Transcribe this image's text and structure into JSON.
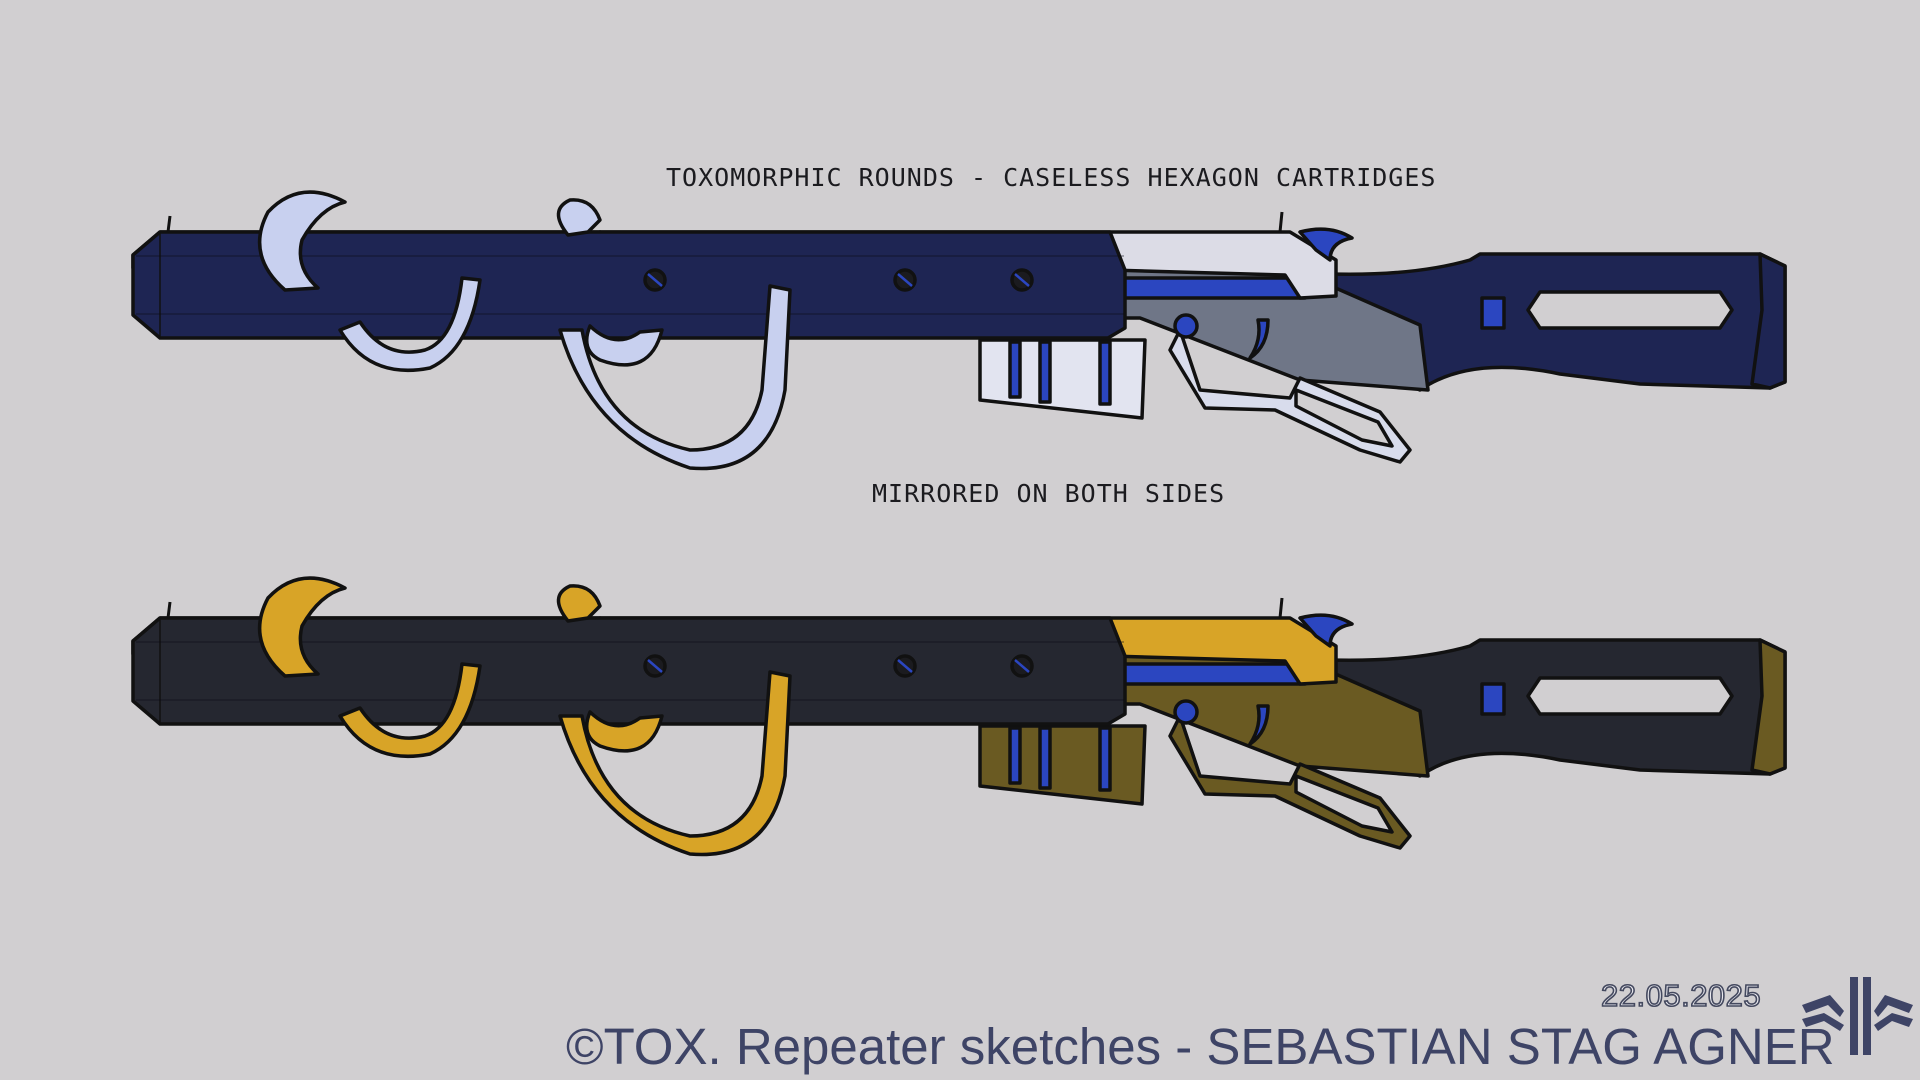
{
  "annotations": {
    "top_note": "TOXOMORPHIC ROUNDS - CASELESS HEXAGON CARTRIDGES",
    "middle_note": "MIRRORED ON BOTH SIDES"
  },
  "signature": {
    "date": "22.05.2025",
    "credit": "©TOX. Repeater sketches - SEBASTIAN STAG AGNER"
  },
  "variants": [
    {
      "id": "rifle-top",
      "barrel": "#1e2553",
      "stripe": "#6c7484",
      "receiver": "#6f7687",
      "tentacle": "#c8d0ef",
      "magazine": "#e2e4f0",
      "accent": "#2b46c0",
      "stock": "#1e2553",
      "butt": "#1e2553",
      "perf": "#dcdce6",
      "lever": "#d8dcec"
    },
    {
      "id": "rifle-bottom",
      "barrel": "#252730",
      "stripe": "#252730",
      "receiver": "#6a5a22",
      "tentacle": "#d8a427",
      "magazine": "#6a5a22",
      "accent": "#2b46c0",
      "stock": "#252730",
      "butt": "#6a5a22",
      "perf": "#d8a427",
      "lever": "#6a5a22"
    }
  ],
  "icons": [
    "studio-logo-icon"
  ]
}
